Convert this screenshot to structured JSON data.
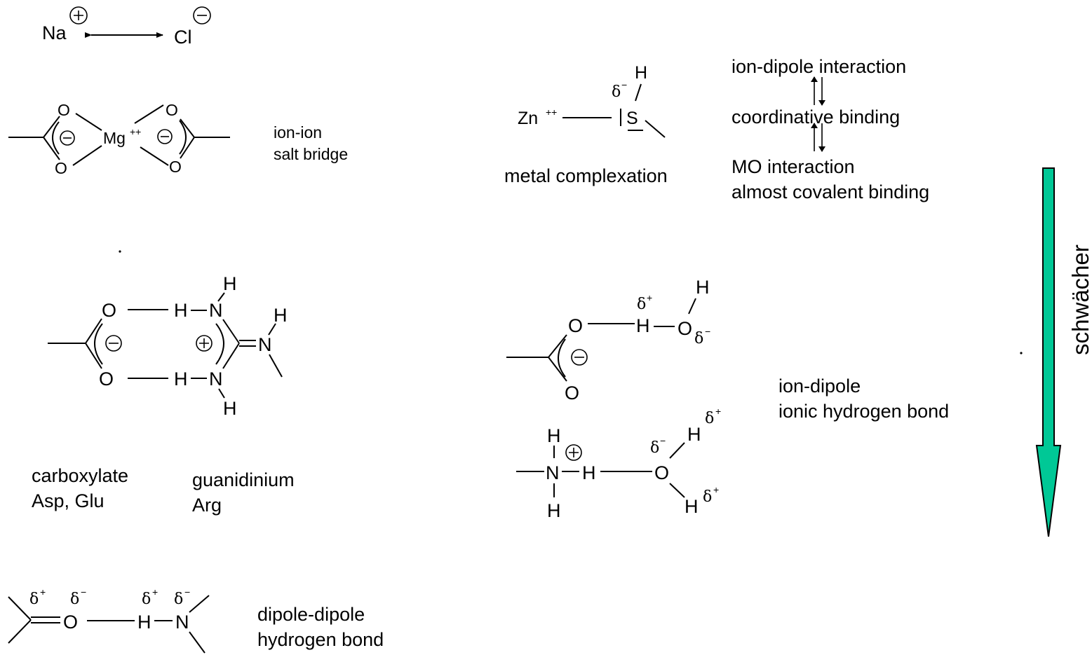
{
  "atoms": {
    "na": "Na",
    "cl": "Cl",
    "mg": "Mg",
    "zn": "Zn",
    "s": "S",
    "o": "O",
    "h": "H",
    "n": "N"
  },
  "charges": {
    "plus": "+",
    "minus": "−",
    "double_plus": "++",
    "delta": "δ"
  },
  "labels": {
    "ion_ion": "ion-ion",
    "salt_bridge": "salt bridge",
    "metal_complexation": "metal complexation",
    "ion_dipole_interaction": "ion-dipole interaction",
    "coordinative_binding": "coordinative binding",
    "mo_interaction": "MO interaction",
    "almost_covalent": "almost covalent binding",
    "carboxylate": "carboxylate",
    "asp_glu": "Asp, Glu",
    "guanidinium": "guanidinium",
    "arg": "Arg",
    "ion_dipole": "ion-dipole",
    "ionic_hbond": "ionic hydrogen bond",
    "dipole_dipole": "dipole-dipole",
    "hydrogen_bond": "hydrogen bond",
    "weaker": "schwächer"
  },
  "colors": {
    "arrow_fill": "#00c896",
    "ink": "#000000"
  }
}
